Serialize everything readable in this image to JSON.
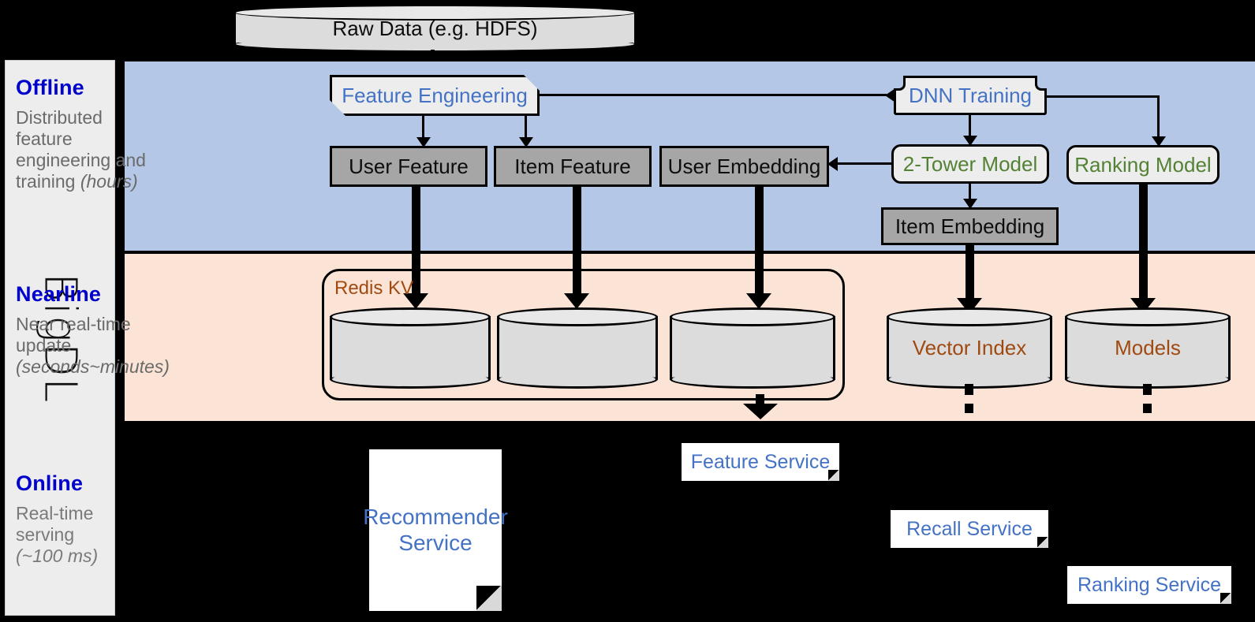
{
  "framework": {
    "name": "BigDL"
  },
  "source": {
    "label": "Raw Data (e.g. HDFS)",
    "icon": "database-cylinder-icon"
  },
  "bands": {
    "offline": {
      "title": "Offline",
      "subtitle_line1": "Distributed",
      "subtitle_line2": "feature",
      "subtitle_line3": "engineering and",
      "subtitle_line4": "training ",
      "subtitle_emph": "(hours)",
      "bg_color": "#b4c7e7"
    },
    "nearline": {
      "title": "Nearline",
      "subtitle_line1": "Near real-time",
      "subtitle_line2": "update",
      "subtitle_emph": "(seconds~minutes)",
      "bg_color": "#fbe4d5"
    },
    "online": {
      "title": "Online",
      "subtitle_line1": "Real-time",
      "subtitle_line2": "serving",
      "subtitle_emph": "(~100 ms)",
      "bg_color": "#000000"
    }
  },
  "offline_nodes": {
    "feature_engineering": "Feature Engineering",
    "dnn_training": "DNN Training",
    "user_feature": "User Feature",
    "item_feature": "Item Feature",
    "user_embedding": "User Embedding",
    "two_tower_model": "2-Tower Model",
    "ranking_model": "Ranking Model",
    "item_embedding": "Item Embedding"
  },
  "nearline_nodes": {
    "redis_kv": "Redis KV",
    "store_user_feature": "",
    "store_item_feature": "",
    "store_user_embedding": "",
    "vector_index": "Vector Index",
    "models": "Models"
  },
  "online_nodes": {
    "recommender_service_l1": "Recommender",
    "recommender_service_l2": "Service",
    "feature_service": "Feature Service",
    "recall_service": "Recall Service",
    "ranking_service": "Ranking Service"
  },
  "colors": {
    "process_text": "#4472c4",
    "model_text": "#548235",
    "store_text": "#a04a12",
    "band_title": "#0000cc",
    "band_sub": "#6b6b6b",
    "data_box_fill": "#a6a6a6",
    "process_fill": "#ededed"
  }
}
